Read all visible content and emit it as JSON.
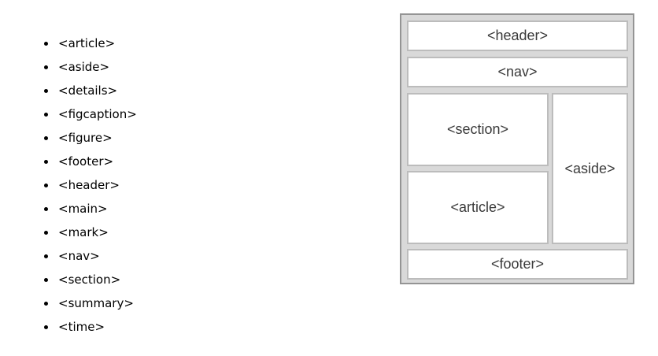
{
  "element_list": {
    "items": [
      "<article>",
      "<aside>",
      "<details>",
      "<figcaption>",
      "<figure>",
      "<footer>",
      "<header>",
      "<main>",
      "<mark>",
      "<nav>",
      "<section>",
      "<summary>",
      "<time>"
    ]
  },
  "diagram": {
    "boxes": {
      "header": "<header>",
      "nav": "<nav>",
      "section": "<section>",
      "article": "<article>",
      "aside": "<aside>",
      "footer": "<footer>"
    },
    "colors": {
      "frame_background": "#d9d9d9",
      "frame_border": "#949494",
      "box_border": "#bcbcbc",
      "box_background": "#ffffff",
      "label_text": "#3b3b3b",
      "list_text": "#000000"
    }
  }
}
